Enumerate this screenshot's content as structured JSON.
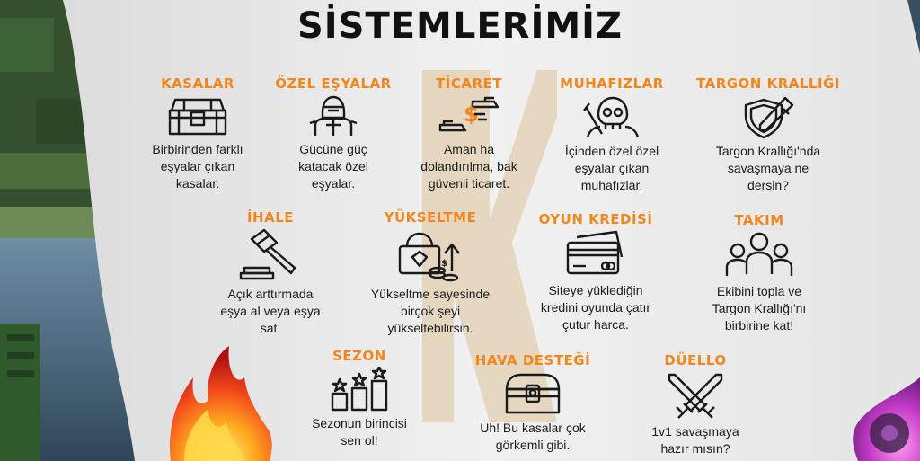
{
  "title": "SİSTEMLERİMİZ",
  "colors": {
    "accent": "#f2861b",
    "text": "#1c1c1c",
    "panel": "#ececec"
  },
  "cards": [
    {
      "title": "KASALAR",
      "icon": "treasure-chest-icon",
      "desc": [
        "Birbirinden farklı",
        "eşyalar çıkan",
        "kasalar."
      ]
    },
    {
      "title": "ÖZEL EŞYALAR",
      "icon": "knight-armor-icon",
      "desc": [
        "Gücüne güç",
        "katacak özel",
        "eşyalar."
      ]
    },
    {
      "title": "TİCARET",
      "icon": "trade-hands-icon",
      "desc": [
        "Aman ha",
        "dolandırılma, bak",
        "güvenli ticaret."
      ]
    },
    {
      "title": "MUHAFIZLAR",
      "icon": "skull-guard-icon",
      "desc": [
        "İçinden özel özel",
        "eşyalar çıkan",
        "muhafızlar."
      ]
    },
    {
      "title": "TARGON KRALLIĞI",
      "icon": "shield-sword-icon",
      "desc": [
        "Targon Krallığı'nda",
        "savaşmaya ne",
        "dersin?"
      ]
    },
    {
      "title": "İHALE",
      "icon": "gavel-icon",
      "desc": [
        "Açık arttırmada",
        "eşya al veya eşya",
        "sat."
      ]
    },
    {
      "title": "YÜKSELTME",
      "icon": "upgrade-bag-icon",
      "desc": [
        "Yükseltme sayesinde",
        "birçok şeyi",
        "yükseltebilirsin."
      ]
    },
    {
      "title": "OYUN KREDİSİ",
      "icon": "credit-card-icon",
      "desc": [
        "Siteye yüklediğin",
        "kredini oyunda çatır",
        "çutur harca."
      ]
    },
    {
      "title": "TAKIM",
      "icon": "team-icon",
      "desc": [
        "Ekibini topla ve",
        "Targon Krallığı'nı",
        "birbirine kat!"
      ]
    },
    {
      "title": "SEZON",
      "icon": "season-podium-icon",
      "desc": [
        "Sezonun birincisi",
        "sen ol!"
      ]
    },
    {
      "title": "HAVA DESTEĞİ",
      "icon": "supply-chest-icon",
      "desc": [
        "Uh! Bu kasalar çok",
        "görkemli gibi."
      ]
    },
    {
      "title": "DÜELLO",
      "icon": "crossed-swords-icon",
      "desc": [
        "1v1 savaşmaya",
        "hazır mısın?"
      ]
    }
  ]
}
